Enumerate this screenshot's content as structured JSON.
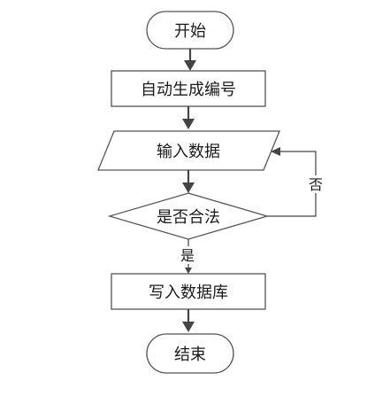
{
  "flowchart": {
    "start": "开始",
    "generate_id": "自动生成编号",
    "input_data": "输入数据",
    "decision": "是否合法",
    "write_db": "写入数据库",
    "end": "结束",
    "yes_label": "是",
    "no_label": "否"
  }
}
